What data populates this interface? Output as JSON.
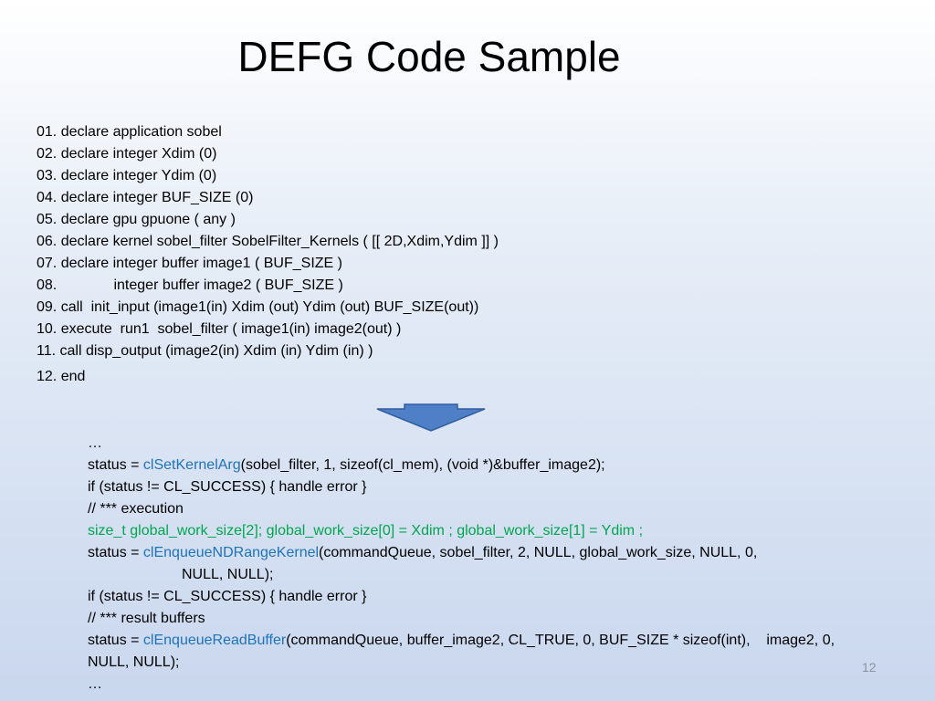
{
  "slide": {
    "title": "DEFG Code Sample",
    "number": "12"
  },
  "declarations": [
    "01. declare application sobel",
    "02. declare integer Xdim (0)",
    "03. declare integer Ydim (0)",
    "04. declare integer BUF_SIZE (0)",
    "05. declare gpu gpuone ( any )",
    "06. declare kernel sobel_filter SobelFilter_Kernels ( [[ 2D,Xdim,Ydim ]] )",
    "07. declare integer buffer image1 ( BUF_SIZE )",
    "08.              integer buffer image2 ( BUF_SIZE )",
    "09. call  init_input (image1(in) Xdim (out) Ydim (out) BUF_SIZE(out))",
    "10. execute  run1  sobel_filter ( image1(in) image2(out) )",
    "11. call disp_output (image2(in) Xdim (in) Ydim (in) )",
    "12. end"
  ],
  "code": {
    "ellipsis_top": "…",
    "l1_pre": "status = ",
    "l1_fn": "clSetKernelArg",
    "l1_post": "(sobel_filter, 1, sizeof(cl_mem), (void *)&buffer_image2);",
    "l2": "if (status != CL_SUCCESS) { handle error }",
    "l3": "// *** execution",
    "l4": "size_t global_work_size[2]; global_work_size[0] = Xdim ; global_work_size[1] = Ydim ;",
    "l5_pre": "status = ",
    "l5_fn": "clEnqueueNDRangeKernel",
    "l5_post": "(commandQueue, sobel_filter, 2, NULL, global_work_size, NULL, 0,",
    "l6": "NULL, NULL);",
    "l7": "if (status != CL_SUCCESS) { handle error }",
    "l8": "// *** result buffers",
    "l9_pre": "status = ",
    "l9_fn": "clEnqueueReadBuffer",
    "l9_post": "(commandQueue, buffer_image2, CL_TRUE, 0, BUF_SIZE * sizeof(int),    image2, 0,",
    "l10": "NULL, NULL);",
    "ellipsis_bottom": "…"
  },
  "colors": {
    "function": "#1f73b8",
    "highlight": "#00a64f",
    "arrow_fill": "#4f7fc6",
    "arrow_stroke": "#2f5f9f"
  },
  "icons": {
    "arrow": "down-arrow-icon"
  }
}
